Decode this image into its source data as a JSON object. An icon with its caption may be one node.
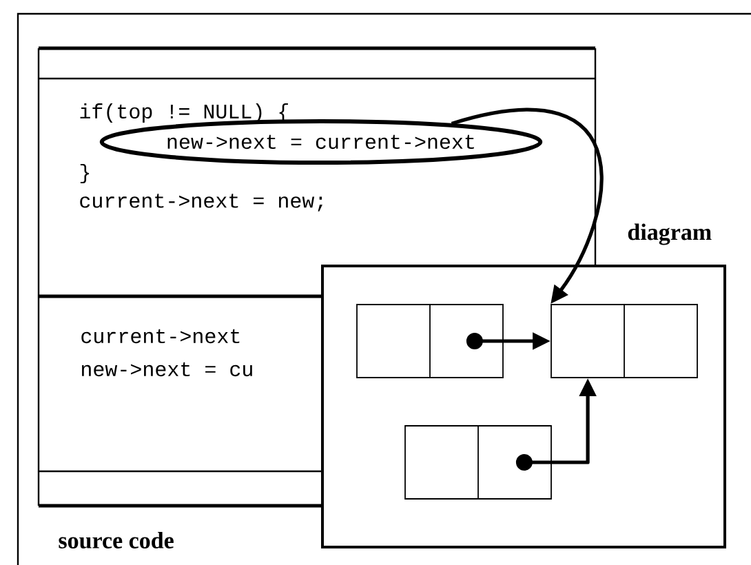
{
  "diagram": {
    "nodes": [
      {
        "text": [
          "if(top != NULL) {",
          "}",
          "current->next = new;"
        ]
      },
      {
        "text": [
          "new->next = current->next"
        ],
        "in": 0
      },
      {
        "text": [
          "current->next",
          "new->next = cu"
        ]
      },
      {
        "text": [
          "diagram"
        ]
      },
      {
        "text": [],
        "shape": "box",
        "in": 3
      },
      {
        "text": [],
        "shape": "box",
        "in": 3
      },
      {
        "text": [],
        "shape": "box",
        "in": 3
      }
    ],
    "edges": [
      {
        "from": 1,
        "to": 5,
        "arrow": "to"
      },
      {
        "from": 4,
        "to": 5,
        "arrow": "to"
      },
      {
        "from": 6,
        "to": 5,
        "arrow": "to"
      }
    ],
    "labels": [
      "source code"
    ]
  }
}
